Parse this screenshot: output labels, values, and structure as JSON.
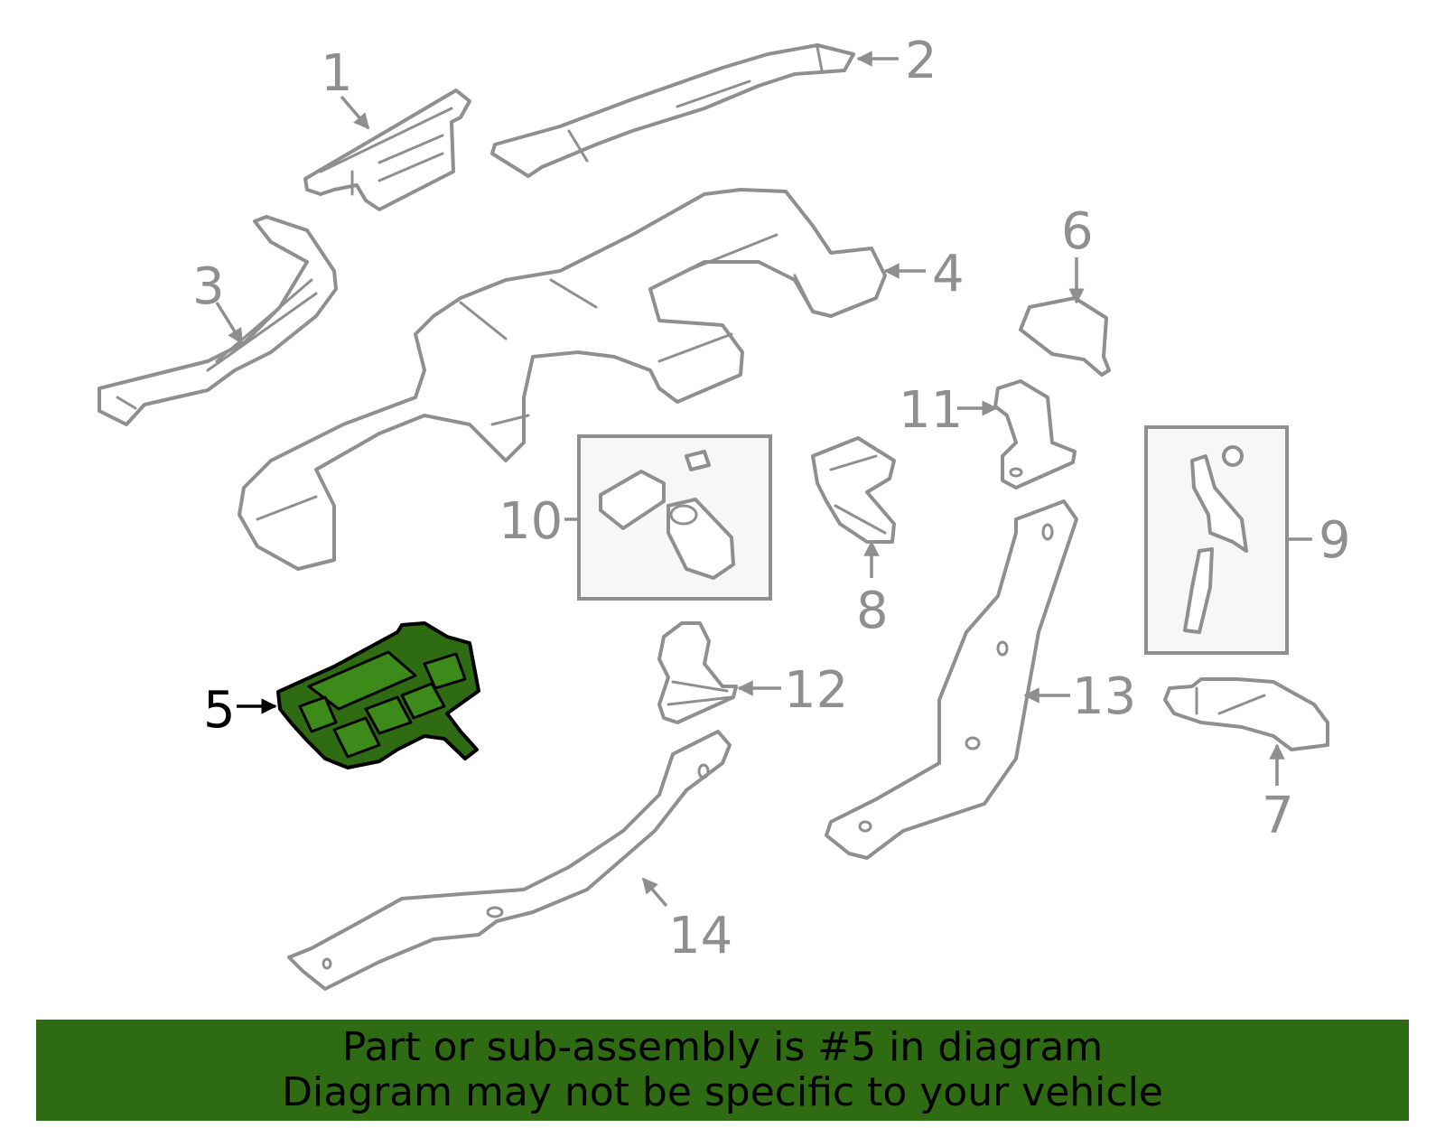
{
  "callouts": {
    "p1": "1",
    "p2": "2",
    "p3": "3",
    "p4": "4",
    "p5": "5",
    "p6": "6",
    "p7": "7",
    "p8": "8",
    "p9": "9",
    "p10": "10",
    "p11": "11",
    "p12": "12",
    "p13": "13",
    "p14": "14"
  },
  "highlighted_part": "5",
  "colors": {
    "highlight": "#2e6b12",
    "line": "#8f8f8f",
    "banner": "#2e6b12"
  },
  "banner": {
    "line1": "Part or sub-assembly is #5 in diagram",
    "line2": "Diagram may not be specific to your vehicle"
  }
}
